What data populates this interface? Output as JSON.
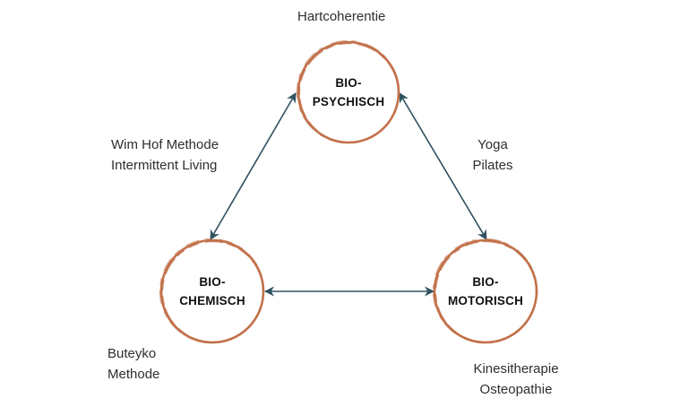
{
  "colors": {
    "ring": "#c2714a",
    "arrow": "#2f5260",
    "text": "#2e2e2e",
    "node_text": "#111111"
  },
  "nodes": {
    "psychisch": {
      "line1": "BIO-",
      "line2": "PSYCHISCH"
    },
    "chemisch": {
      "line1": "BIO-",
      "line2": "CHEMISCH"
    },
    "motorisch": {
      "line1": "BIO-",
      "line2": "MOTORISCH"
    }
  },
  "captions": {
    "top": {
      "line1": "Hartcoherentie"
    },
    "left": {
      "line1": "Wim Hof Methode",
      "line2": "Intermittent Living"
    },
    "right": {
      "line1": "Yoga",
      "line2": "Pilates"
    },
    "bottom_left": {
      "line1": "Buteyko",
      "line2": "Methode"
    },
    "bottom_right": {
      "line1": "Kinesitherapie",
      "line2": "Osteopathie"
    }
  },
  "connections": [
    {
      "from": "psychisch",
      "to": "chemisch",
      "arrows": "both"
    },
    {
      "from": "psychisch",
      "to": "motorisch",
      "arrows": "both"
    },
    {
      "from": "chemisch",
      "to": "motorisch",
      "arrows": "both"
    }
  ]
}
